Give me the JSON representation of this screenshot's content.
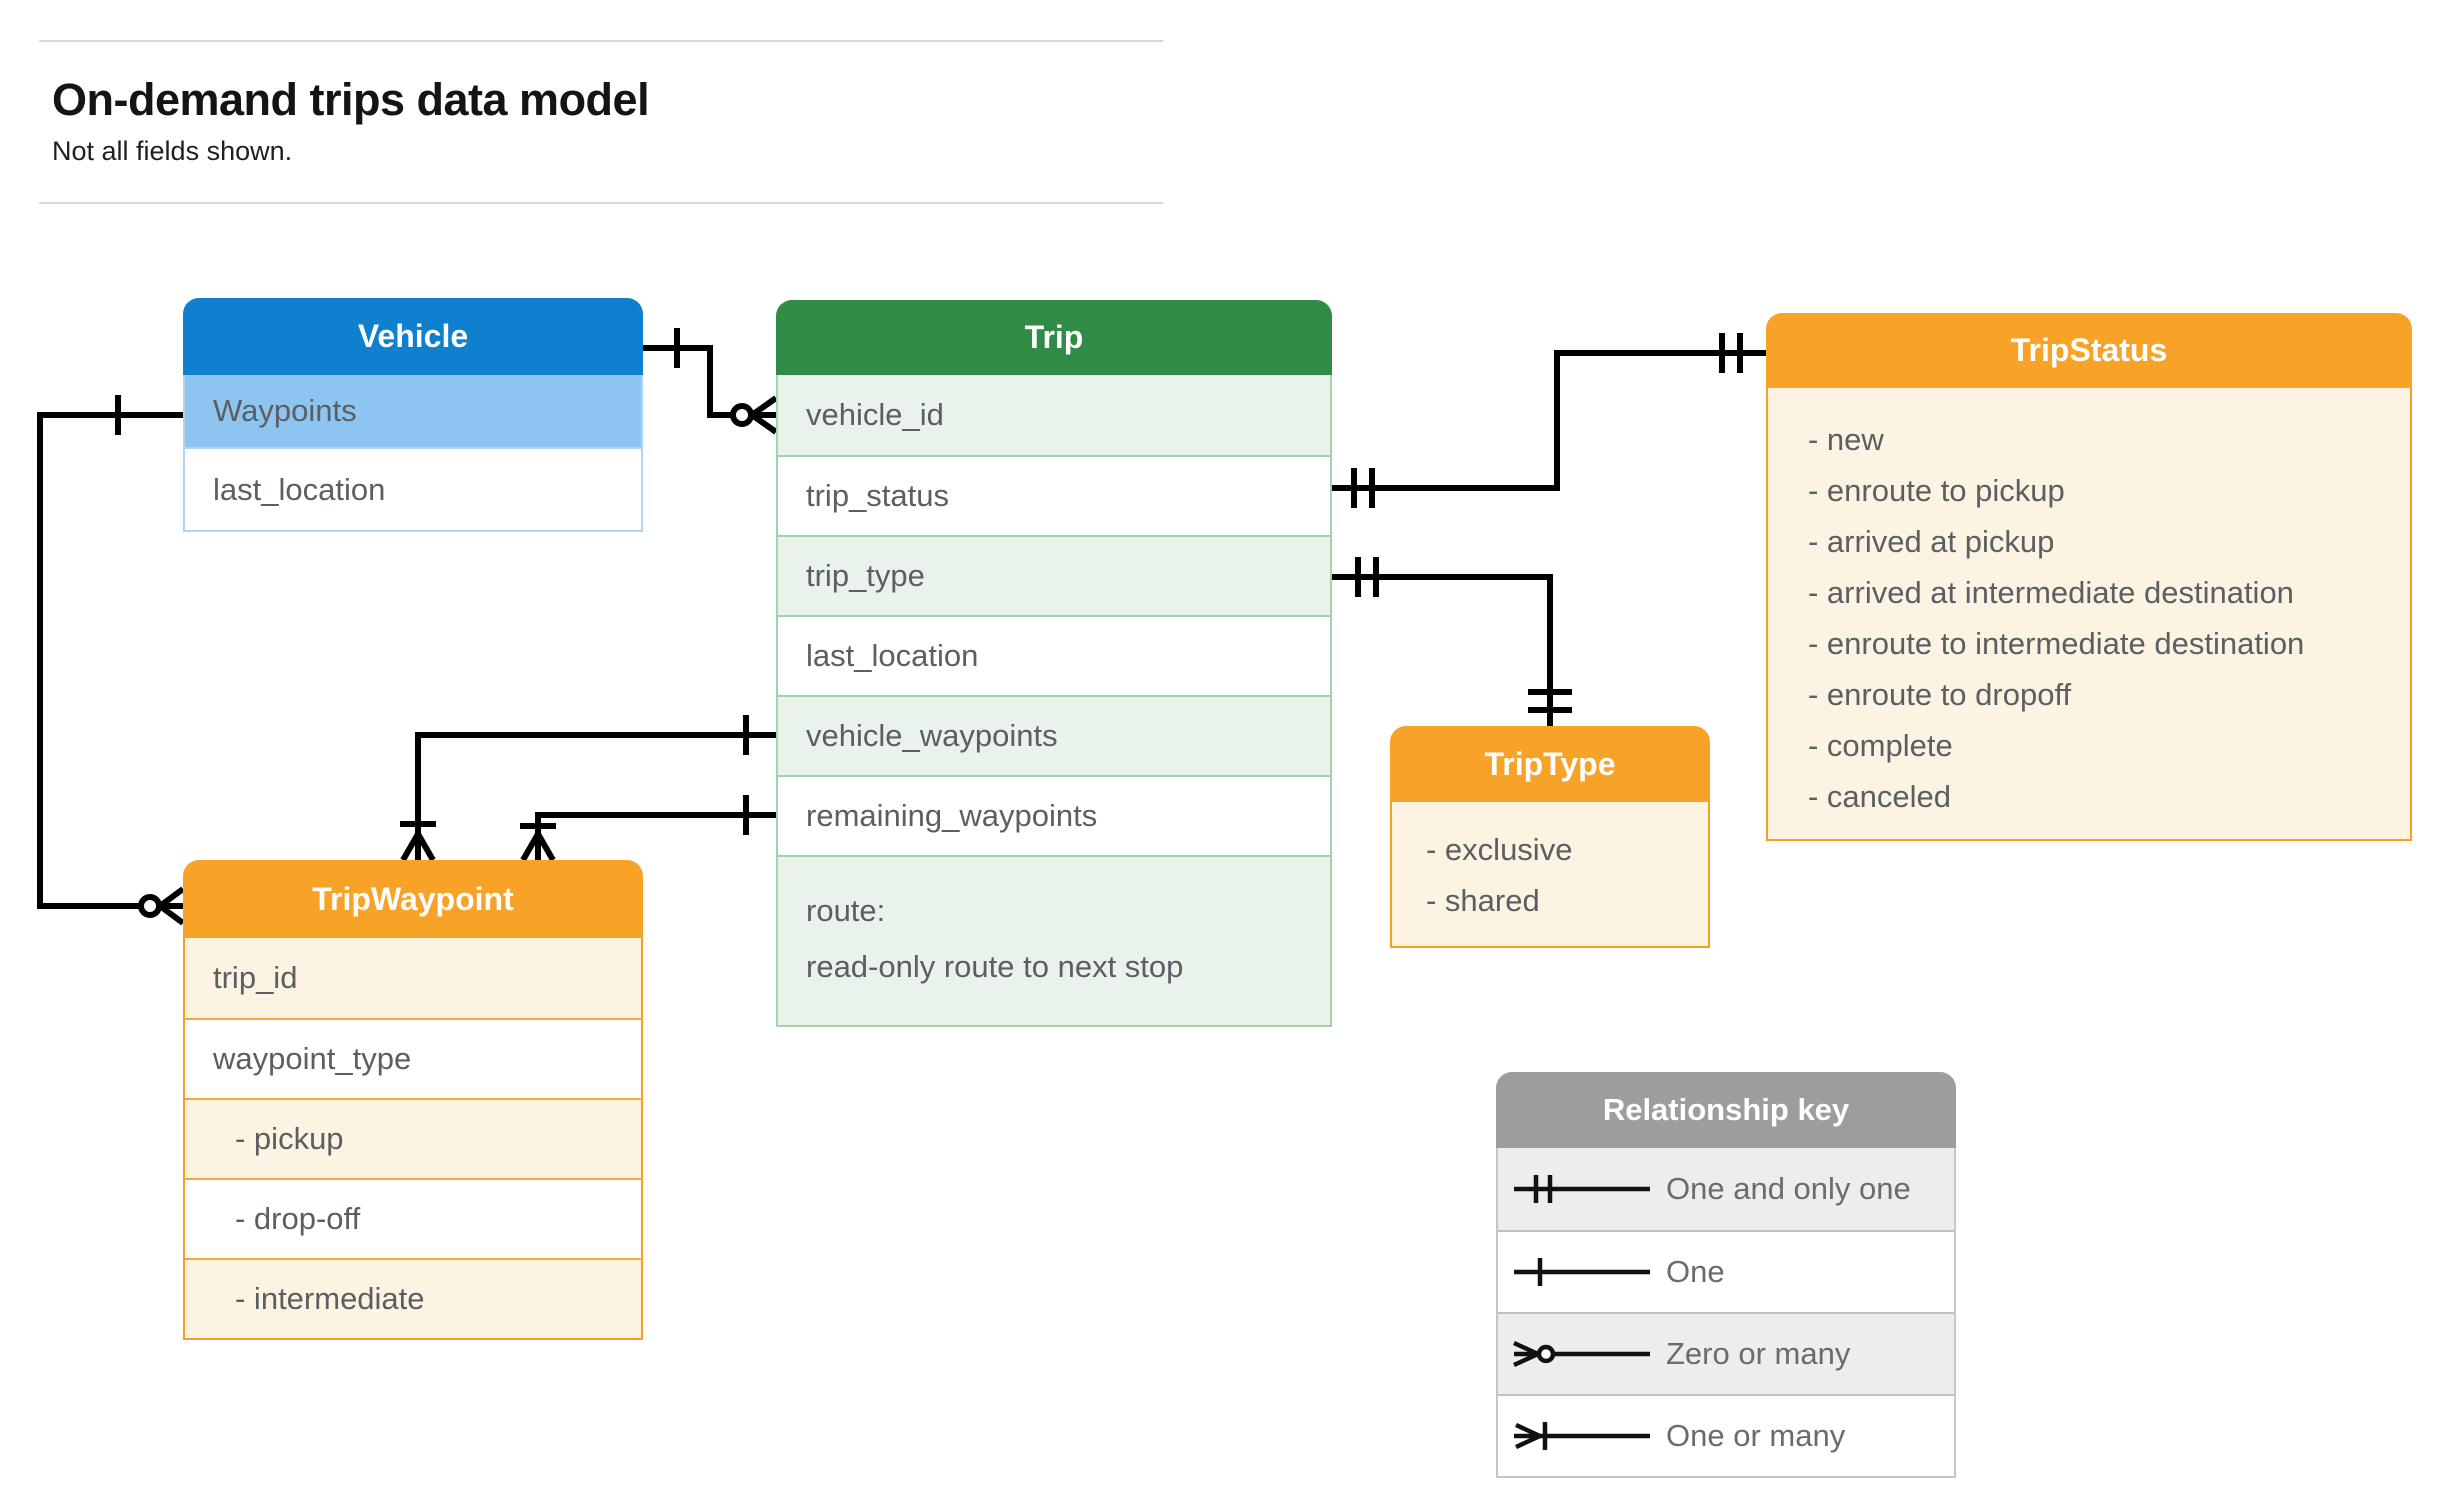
{
  "page": {
    "title": "On-demand trips data model",
    "subtitle": "Not all fields shown."
  },
  "colors": {
    "vehicle_header": "#0e80cd",
    "vehicle_row_highlight": "#8ec4f0",
    "trip_header": "#2f8b46",
    "trip_row_tint": "#e9f3ec",
    "warm_header": "#f9a228",
    "warm_row_tint": "#fdf3e2",
    "legend_header": "#9d9d9d",
    "legend_row_tint": "#ededed",
    "connector": "#000000"
  },
  "entities": {
    "vehicle": {
      "title": "Vehicle",
      "rows": [
        "Waypoints",
        "last_location"
      ]
    },
    "trip": {
      "title": "Trip",
      "rows": [
        "vehicle_id",
        "trip_status",
        "trip_type",
        "last_location",
        "vehicle_waypoints",
        "remaining_waypoints"
      ],
      "route_row": {
        "line1": "route:",
        "line2": "read-only route to next stop"
      }
    },
    "trip_status": {
      "title": "TripStatus",
      "items": [
        "- new",
        "- enroute to pickup",
        "- arrived at pickup",
        "- arrived at intermediate destination",
        "- enroute to intermediate destination",
        "- enroute to dropoff",
        "- complete",
        "- canceled"
      ]
    },
    "trip_type": {
      "title": "TripType",
      "items": [
        "- exclusive",
        "- shared"
      ]
    },
    "trip_waypoint": {
      "title": "TripWaypoint",
      "rows": [
        "trip_id",
        "waypoint_type",
        "- pickup",
        "- drop-off",
        "- intermediate"
      ]
    }
  },
  "legend": {
    "title": "Relationship key",
    "rows": [
      {
        "symbol": "one-and-only-one",
        "label": "One and only one"
      },
      {
        "symbol": "one",
        "label": "One"
      },
      {
        "symbol": "zero-or-many",
        "label": "Zero or many"
      },
      {
        "symbol": "one-or-many",
        "label": "One or many"
      }
    ]
  }
}
